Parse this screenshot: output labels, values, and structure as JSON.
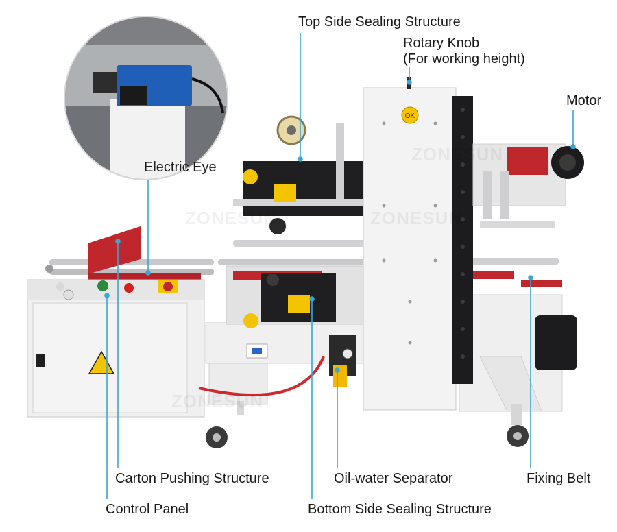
{
  "labels": {
    "top_side_sealing": "Top Side Sealing Structure",
    "rotary_knob_line1": "Rotary Knob",
    "rotary_knob_line2": "(For working height)",
    "motor": "Motor",
    "electric_eye": "Electric Eye",
    "carton_pushing": "Carton Pushing Structure",
    "oil_water_separator": "Oil-water Separator",
    "fixing_belt": "Fixing Belt",
    "control_panel": "Control Panel",
    "bottom_side_sealing": "Bottom Side Sealing Structure"
  },
  "machine": {
    "ok_badge": "OK",
    "watermark": "ZONESUN"
  },
  "colors": {
    "callout_line": "#3aa6d8",
    "machine_frame": "#eeeeee",
    "accent_red": "#c0272d",
    "dark_parts": "#1f1f22",
    "warning_yellow": "#f5c400"
  }
}
